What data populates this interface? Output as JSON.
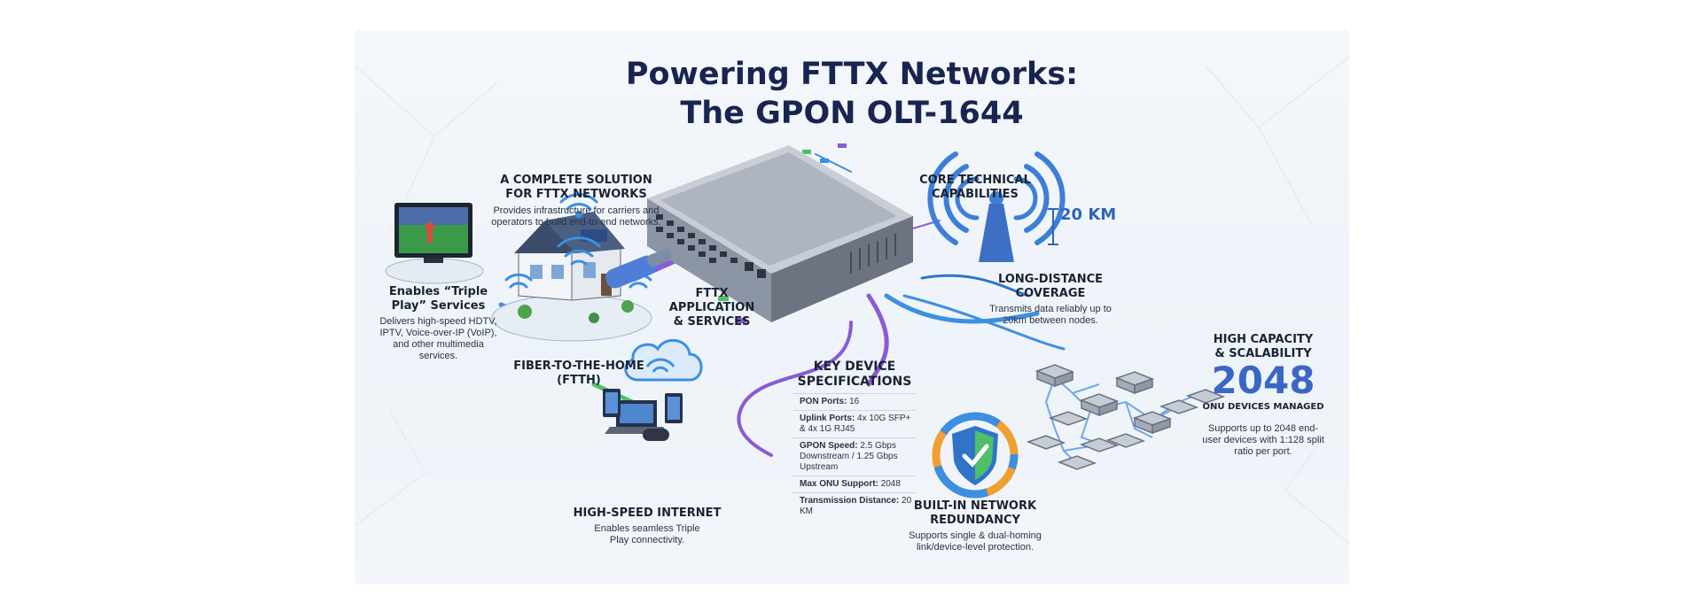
{
  "title": {
    "line1": "Powering FTTX Networks:",
    "line2": "The GPON OLT-1644"
  },
  "complete_solution": {
    "heading_line1": "A COMPLETE SOLUTION",
    "heading_line2": "FOR FTTX NETWORKS",
    "body_line1": "Provides infrastructure for carriers and",
    "body_line2": "operators to build end-to-end networks."
  },
  "triple_play": {
    "heading_line1": "Enables “Triple",
    "heading_line2": "Play” Services",
    "body_lines": [
      "Delivers high-speed HDTV,",
      "IPTV, Voice-over-IP (VoIP),",
      "and other multimedia",
      "services."
    ]
  },
  "ftth": {
    "line1": "FIBER-TO-THE-HOME",
    "line2": "(FTTH)"
  },
  "fttx_app": {
    "line1": "FTTX",
    "line2": "APPLICATION",
    "line3": "& SERVICES"
  },
  "internet": {
    "heading": "HIGH-SPEED INTERNET",
    "body_line1": "Enables seamless Triple",
    "body_line2": "Play connectivity."
  },
  "specs": {
    "title_line1": "KEY DEVICE",
    "title_line2": "SPECIFICATIONS",
    "rows": [
      {
        "label": "PON Ports:",
        "value": "16"
      },
      {
        "label": "Uplink Ports:",
        "value": "4x 10G SFP+ & 4x 1G RJ45"
      },
      {
        "label": "GPON Speed:",
        "value": "2.5 Gbps Downstream / 1.25 Gbps Upstream"
      },
      {
        "label": "Max ONU Support:",
        "value": "2048"
      },
      {
        "label": "Transmission Distance:",
        "value": "20 KM"
      }
    ]
  },
  "core": {
    "line1": "CORE TECHNICAL",
    "line2": "CAPABILITIES"
  },
  "coverage": {
    "distance_label": "20 KM",
    "heading": "LONG-DISTANCE COVERAGE",
    "body_line1": "Transmits data reliably up to",
    "body_line2": "20km between nodes."
  },
  "capacity": {
    "heading_line1": "HIGH CAPACITY",
    "heading_line2": "& SCALABILITY",
    "number": "2048",
    "sub": "ONU DEVICES MANAGED",
    "body_lines": [
      "Supports up to 2048 end-",
      "user devices with 1:128 split",
      "ratio per port."
    ]
  },
  "redundancy": {
    "heading_line1": "BUILT-IN NETWORK",
    "heading_line2": "REDUNDANCY",
    "body_line1": "Supports single & dual-homing",
    "body_line2": "link/device-level protection."
  },
  "icons": [
    "tv-icon",
    "house-icon",
    "wifi-icon",
    "cloud-icon",
    "laptop-icon",
    "gamepad-icon",
    "olt-switch-icon",
    "antenna-icon",
    "shield-check-icon",
    "onu-device-icon"
  ],
  "colors": {
    "title": "#172550",
    "accent_blue": "#3a67c4",
    "fiber_purple": "#8a5bd6",
    "fiber_blue": "#3d8fe0",
    "fiber_green": "#4fbf6a"
  }
}
